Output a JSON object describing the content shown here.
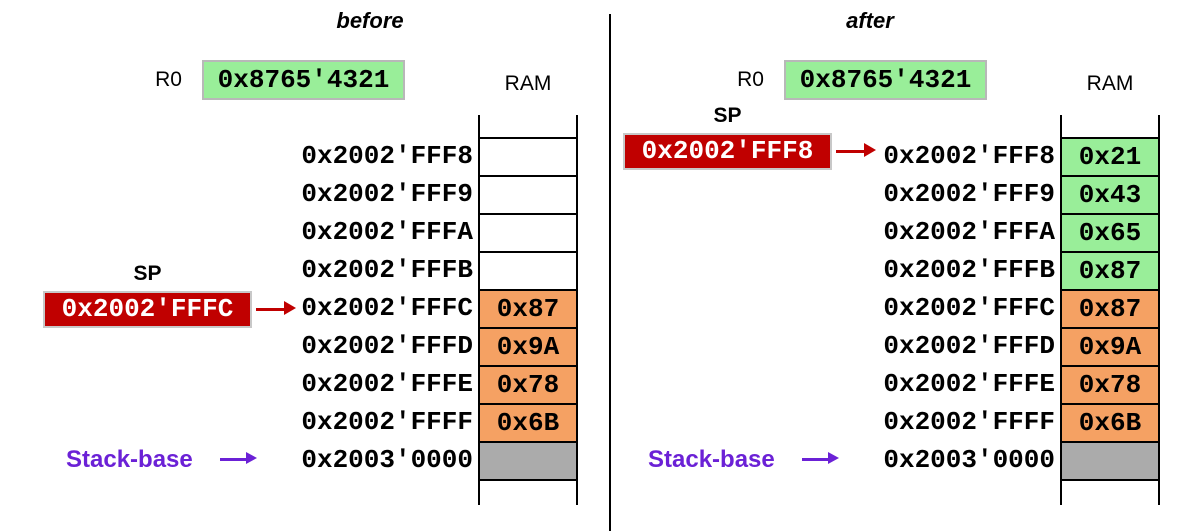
{
  "colors": {
    "register_green": "#99EE99",
    "pushed_bytes_green": "#99EE99",
    "old_stack_orange": "#F5A163",
    "sp_box_red": "#C00000",
    "stack_base_purple": "#6B21D6",
    "reserved_gray": "#ABABAB"
  },
  "panels": [
    {
      "title": "before",
      "register": {
        "label": "R0",
        "value": "0x8765'4321"
      },
      "ram_label": "RAM",
      "sp": {
        "label": "SP",
        "value": "0x2002'FFFC"
      },
      "stack_base_label": "Stack-base",
      "rows": [
        {
          "address": "0x2002'FFF8",
          "value": "",
          "fill": "none"
        },
        {
          "address": "0x2002'FFF9",
          "value": "",
          "fill": "none"
        },
        {
          "address": "0x2002'FFFA",
          "value": "",
          "fill": "none"
        },
        {
          "address": "0x2002'FFFB",
          "value": "",
          "fill": "none"
        },
        {
          "address": "0x2002'FFFC",
          "value": "0x87",
          "fill": "orange"
        },
        {
          "address": "0x2002'FFFD",
          "value": "0x9A",
          "fill": "orange"
        },
        {
          "address": "0x2002'FFFE",
          "value": "0x78",
          "fill": "orange"
        },
        {
          "address": "0x2002'FFFF",
          "value": "0x6B",
          "fill": "orange"
        },
        {
          "address": "0x2003'0000",
          "value": "",
          "fill": "gray"
        }
      ]
    },
    {
      "title": "after",
      "register": {
        "label": "R0",
        "value": "0x8765'4321"
      },
      "ram_label": "RAM",
      "sp": {
        "label": "SP",
        "value": "0x2002'FFF8"
      },
      "stack_base_label": "Stack-base",
      "rows": [
        {
          "address": "0x2002'FFF8",
          "value": "0x21",
          "fill": "green"
        },
        {
          "address": "0x2002'FFF9",
          "value": "0x43",
          "fill": "green"
        },
        {
          "address": "0x2002'FFFA",
          "value": "0x65",
          "fill": "green"
        },
        {
          "address": "0x2002'FFFB",
          "value": "0x87",
          "fill": "green"
        },
        {
          "address": "0x2002'FFFC",
          "value": "0x87",
          "fill": "orange"
        },
        {
          "address": "0x2002'FFFD",
          "value": "0x9A",
          "fill": "orange"
        },
        {
          "address": "0x2002'FFFE",
          "value": "0x78",
          "fill": "orange"
        },
        {
          "address": "0x2002'FFFF",
          "value": "0x6B",
          "fill": "orange"
        },
        {
          "address": "0x2003'0000",
          "value": "",
          "fill": "gray"
        }
      ]
    }
  ]
}
